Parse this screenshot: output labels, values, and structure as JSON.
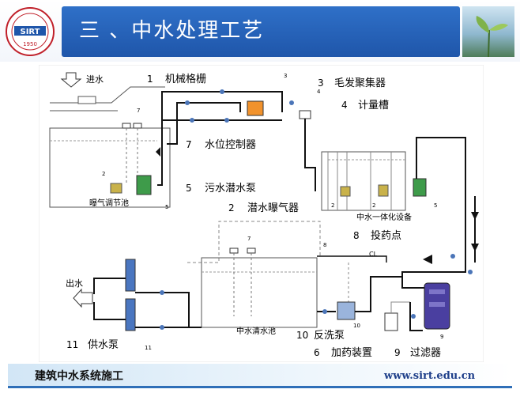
{
  "header": {
    "title": "三 、中水处理工艺",
    "logo_text": "SIRT",
    "logo_year": "1950"
  },
  "diagram": {
    "inlet_label": "进水",
    "outlet_label": "出水",
    "legend": [
      {
        "num": "1",
        "text": "机械格栅"
      },
      {
        "num": "3",
        "text": "毛发聚集器"
      },
      {
        "num": "4",
        "text": "计量槽"
      },
      {
        "num": "7",
        "text": "水位控制器"
      },
      {
        "num": "5",
        "text": "污水潜水泵"
      },
      {
        "num": "2",
        "text": "潜水曝气器"
      },
      {
        "num": "8",
        "text": "投药点"
      },
      {
        "num": "11",
        "text": "供水泵"
      },
      {
        "num": "10",
        "text": "反洗泵"
      },
      {
        "num": "6",
        "text": "加药装置"
      },
      {
        "num": "9",
        "text": "过滤器"
      }
    ],
    "tanks": {
      "aeration": "曝气调节池",
      "integrated": "中水一体化设备",
      "clear_water": "中水清水池"
    },
    "part_numbers": [
      "2",
      "5",
      "3",
      "4",
      "7",
      "2",
      "2",
      "5",
      "7",
      "8",
      "10",
      "9",
      "11"
    ],
    "cl_label": "CL"
  },
  "footer": {
    "left": "建筑中水系统施工",
    "right": "www.sirt.edu.cn"
  }
}
